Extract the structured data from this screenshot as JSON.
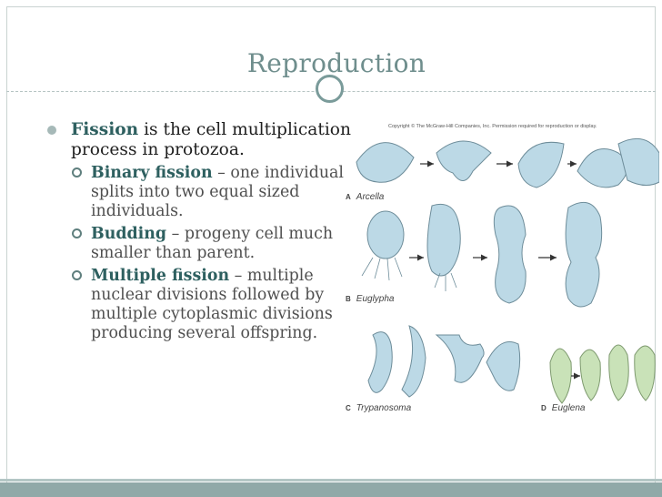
{
  "slide": {
    "title": "Reproduction",
    "bullet": {
      "term": "Fission",
      "text": " is the cell multiplication process in protozoa."
    },
    "subbullets": [
      {
        "term": "Binary fission",
        "text": " – one individual splits into two equal sized individuals."
      },
      {
        "term": "Budding",
        "text": " – progeny cell much smaller than parent."
      },
      {
        "term": "Multiple fission",
        "text": " – multiple nuclear divisions followed by multiple cytoplasmic divisions producing several offspring."
      }
    ]
  },
  "figure": {
    "copyright": "Copyright © The McGraw-Hill Companies, Inc. Permission required for reproduction or display.",
    "panels": [
      {
        "letter": "A",
        "name": "Arcella"
      },
      {
        "letter": "B",
        "name": "Euglypha"
      },
      {
        "letter": "C",
        "name": "Trypanosoma"
      },
      {
        "letter": "D",
        "name": "Euglena"
      }
    ]
  },
  "colors": {
    "accent": "#6f8e8d",
    "term": "#2e6060",
    "bar": "#90a9a8",
    "cell": "#bcd9e6"
  }
}
